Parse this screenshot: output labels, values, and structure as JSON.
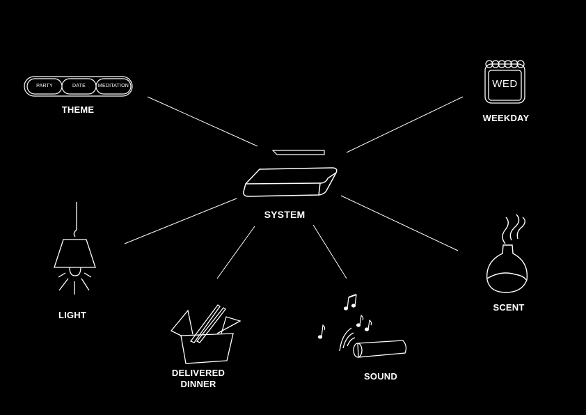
{
  "nodes": {
    "system": "SYSTEM",
    "theme": "THEME",
    "weekday": "WEEKDAY",
    "light": "LIGHT",
    "scent": "SCENT",
    "dinner_line1": "DELIVERED",
    "dinner_line2": "DINNER",
    "sound": "SOUND"
  },
  "theme_options": [
    "PARTY",
    "DATE",
    "MEDITATION"
  ],
  "calendar_day": "WED",
  "colors": {
    "background": "#000000",
    "stroke": "#ffffff"
  }
}
